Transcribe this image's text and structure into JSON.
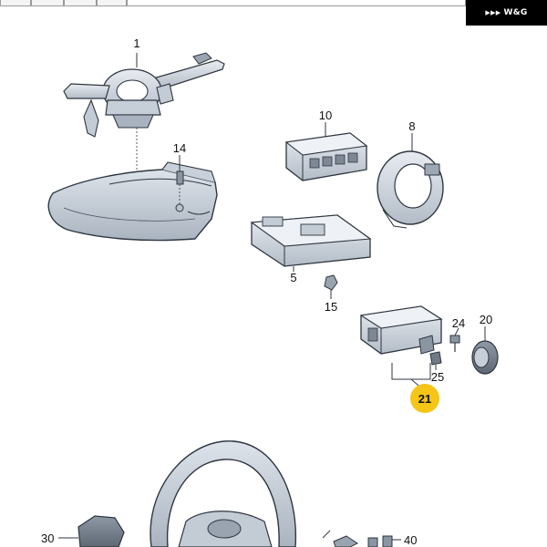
{
  "brand": {
    "logo_icon": "triple-arrow-logo",
    "text": "W&G"
  },
  "highlight_color": "#f5c518",
  "callouts": {
    "p1": "1",
    "p14": "14",
    "p10": "10",
    "p8": "8",
    "p5": "5",
    "p15": "15",
    "p24": "24",
    "p20": "20",
    "p25": "25",
    "p21": "21",
    "p30": "30",
    "p40": "40"
  }
}
